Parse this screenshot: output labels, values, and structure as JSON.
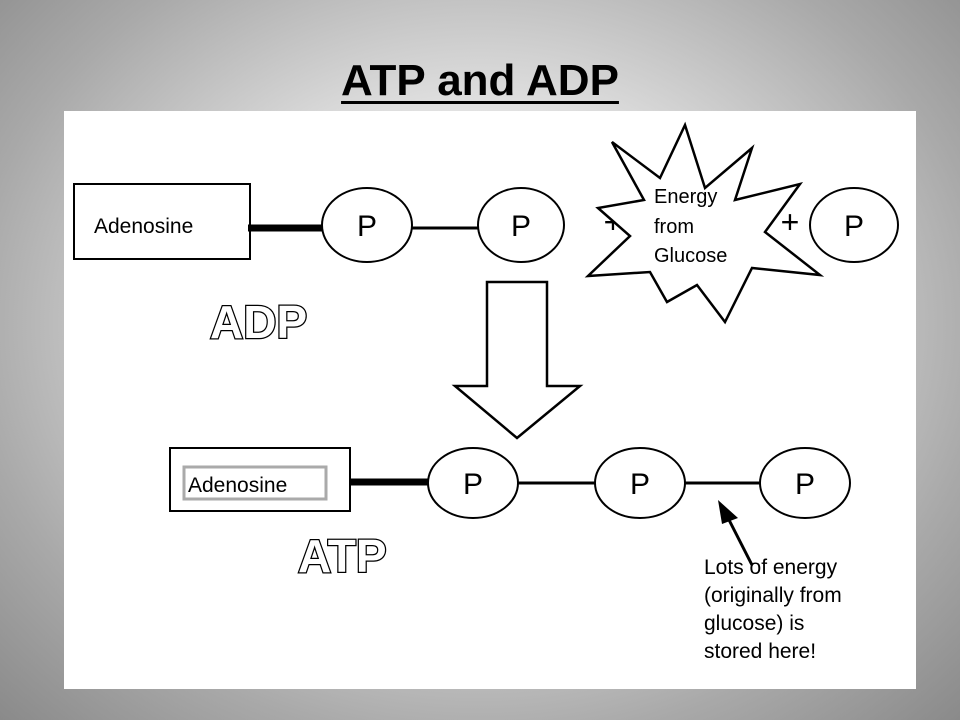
{
  "title": "ATP and ADP",
  "diagram": {
    "adp": {
      "base_label": "Adenosine",
      "phosphates": [
        "P",
        "P"
      ],
      "label": "ADP"
    },
    "plus_signs": [
      "+",
      "+"
    ],
    "energy_burst": {
      "lines": [
        "Energy",
        "from",
        "Glucose"
      ]
    },
    "added_phosphate": "P",
    "atp": {
      "base_label": "Adenosine",
      "phosphates": [
        "P",
        "P",
        "P"
      ],
      "label": "ATP"
    },
    "annotation": {
      "lines": [
        "Lots of energy",
        "(originally from",
        "glucose) is",
        "stored here!"
      ]
    }
  }
}
